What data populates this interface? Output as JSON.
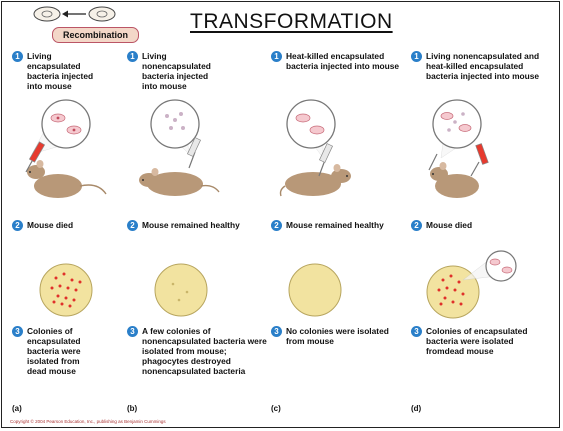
{
  "title": "TRANSFORMATION",
  "recombination_label": "Recombination",
  "colors": {
    "step_badge": "#2a7fc9",
    "plate": "#f2e3a0",
    "colony": "#e0302a",
    "mouse": "#b89878",
    "capsule": "#f7e0e6"
  },
  "columns": [
    {
      "step1": "Living encapsulated bacteria injected into mouse",
      "step2": "Mouse died",
      "step3": "Colonies of encapsulated bacteria were isolated from dead mouse",
      "panel": "(a)"
    },
    {
      "step1": "Living nonencapsulated bacteria injected into mouse",
      "step2": "Mouse  remained healthy",
      "step3": "A few colonies of nonencapsulated bacteria were isolated from mouse; phagocytes destroyed nonencapsulated bacteria",
      "panel": "(b)"
    },
    {
      "step1": "Heat-killed encapsulated bacteria injected into mouse",
      "step2": "Mouse  remained healthy",
      "step3": "No colonies were isolated from mouse",
      "panel": "(c)"
    },
    {
      "step1": "Living nonencapsulated and heat-killed encapsulated bacteria injected into mouse",
      "step2": "Mouse died",
      "step3": "Colonies of encapsulated bacteria were isolated fromdead mouse",
      "panel": "(d)"
    }
  ],
  "step_numbers": [
    "1",
    "2",
    "3"
  ],
  "copyright": "Copyright © 2004 Pearson Education, Inc., publishing as Benjamin Cummings"
}
